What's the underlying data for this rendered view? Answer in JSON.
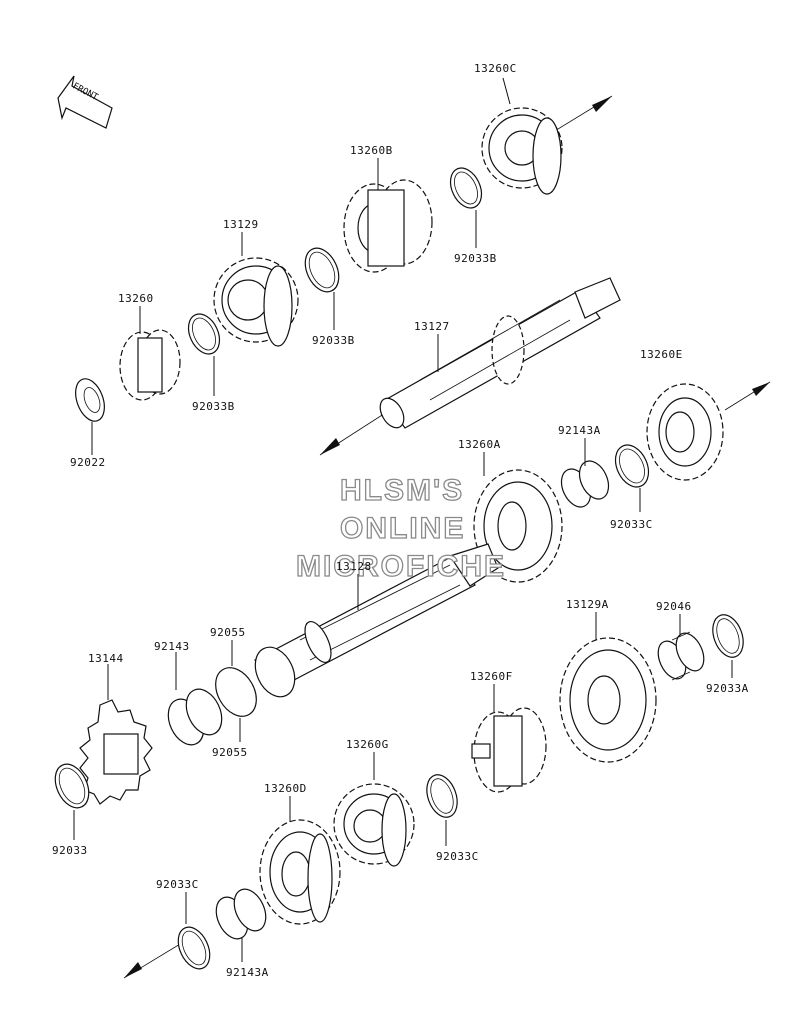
{
  "front_label": "FRONT",
  "watermark": {
    "line1": "HLSM'S",
    "line2": "ONLINE",
    "line3": "MICROFICHE"
  },
  "labels": {
    "p13260C": "13260C",
    "p13260B": "13260B",
    "p13129": "13129",
    "p13260": "13260",
    "p92022": "92022",
    "p92033B_top": "92033B",
    "p92033B_mid": "92033B",
    "p92033B_left": "92033B",
    "p13127": "13127",
    "p13260E": "13260E",
    "p92143A_top": "92143A",
    "p13260A": "13260A",
    "p92033C_right": "92033C",
    "p13128": "13128",
    "p13129A": "13129A",
    "p92046": "92046",
    "p92033A": "92033A",
    "p92055_top": "92055",
    "p92143": "92143",
    "p13144": "13144",
    "p92055_bot": "92055",
    "p92033": "92033",
    "p13260F": "13260F",
    "p13260G": "13260G",
    "p13260D": "13260D",
    "p92033C_mid": "92033C",
    "p92033C_left": "92033C",
    "p92143A_bot": "92143A"
  }
}
